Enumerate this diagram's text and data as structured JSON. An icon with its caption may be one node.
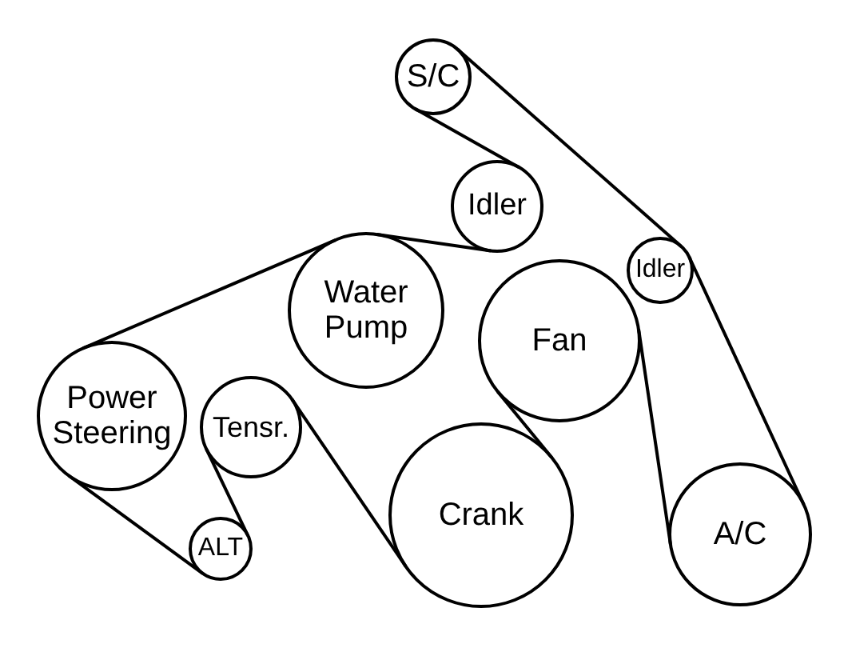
{
  "diagram": {
    "nodes": [
      {
        "text": [
          "S/C"
        ]
      },
      {
        "text": [
          "Idler"
        ]
      },
      {
        "text": [
          "Idler"
        ]
      },
      {
        "text": [
          "Water Pump"
        ]
      },
      {
        "text": [
          "Fan"
        ]
      },
      {
        "text": [
          "Power Steering"
        ]
      },
      {
        "text": [
          "Tensr."
        ]
      },
      {
        "text": [
          "Crank"
        ]
      },
      {
        "text": [
          "ALT"
        ]
      },
      {
        "text": [
          "A/C"
        ]
      }
    ],
    "edges": [
      {
        "from": 0,
        "to": 2,
        "arrow": "none"
      },
      {
        "from": 2,
        "to": 9,
        "arrow": "none"
      },
      {
        "from": 9,
        "to": 4,
        "arrow": "none"
      },
      {
        "from": 4,
        "to": 7,
        "arrow": "none"
      },
      {
        "from": 7,
        "to": 6,
        "arrow": "none"
      },
      {
        "from": 6,
        "to": 8,
        "arrow": "none"
      },
      {
        "from": 8,
        "to": 5,
        "arrow": "none"
      },
      {
        "from": 5,
        "to": 3,
        "arrow": "none"
      },
      {
        "from": 3,
        "to": 1,
        "arrow": "none"
      },
      {
        "from": 1,
        "to": 0,
        "arrow": "none"
      }
    ]
  }
}
